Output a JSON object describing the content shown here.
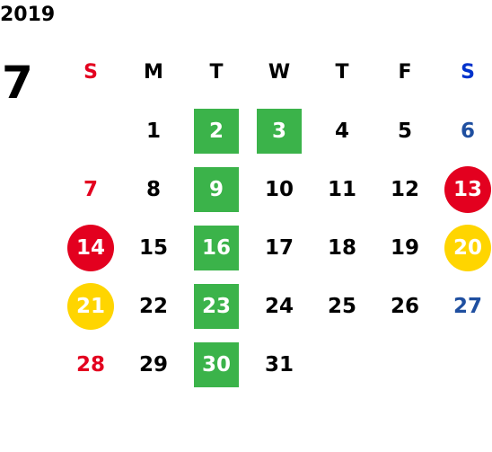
{
  "calendar": {
    "year": "2019",
    "month": "7",
    "weekdays": [
      {
        "label": "S",
        "color": "#e3001f"
      },
      {
        "label": "M",
        "color": "#000000"
      },
      {
        "label": "T",
        "color": "#000000"
      },
      {
        "label": "W",
        "color": "#000000"
      },
      {
        "label": "T",
        "color": "#000000"
      },
      {
        "label": "F",
        "color": "#000000"
      },
      {
        "label": "S",
        "color": "#0033cc"
      }
    ],
    "start_weekday": 1,
    "days": [
      {
        "day": "1",
        "style": "plain"
      },
      {
        "day": "2",
        "style": "green-square"
      },
      {
        "day": "3",
        "style": "green-square"
      },
      {
        "day": "4",
        "style": "plain"
      },
      {
        "day": "5",
        "style": "plain"
      },
      {
        "day": "6",
        "style": "saturday"
      },
      {
        "day": "7",
        "style": "sunday"
      },
      {
        "day": "8",
        "style": "plain"
      },
      {
        "day": "9",
        "style": "green-square"
      },
      {
        "day": "10",
        "style": "plain"
      },
      {
        "day": "11",
        "style": "plain"
      },
      {
        "day": "12",
        "style": "plain"
      },
      {
        "day": "13",
        "style": "red-circle"
      },
      {
        "day": "14",
        "style": "red-circle"
      },
      {
        "day": "15",
        "style": "plain"
      },
      {
        "day": "16",
        "style": "green-square"
      },
      {
        "day": "17",
        "style": "plain"
      },
      {
        "day": "18",
        "style": "plain"
      },
      {
        "day": "19",
        "style": "plain"
      },
      {
        "day": "20",
        "style": "yellow-circle"
      },
      {
        "day": "21",
        "style": "yellow-circle"
      },
      {
        "day": "22",
        "style": "plain"
      },
      {
        "day": "23",
        "style": "green-square"
      },
      {
        "day": "24",
        "style": "plain"
      },
      {
        "day": "25",
        "style": "plain"
      },
      {
        "day": "26",
        "style": "plain"
      },
      {
        "day": "27",
        "style": "saturday"
      },
      {
        "day": "28",
        "style": "sunday"
      },
      {
        "day": "29",
        "style": "plain"
      },
      {
        "day": "30",
        "style": "green-square"
      },
      {
        "day": "31",
        "style": "plain"
      }
    ],
    "colors": {
      "sunday_text": "#e3001f",
      "saturday_text": "#1f4fa0",
      "green_square": "#3bb34a",
      "red_circle": "#e3001f",
      "yellow_circle": "#ffd500"
    }
  }
}
